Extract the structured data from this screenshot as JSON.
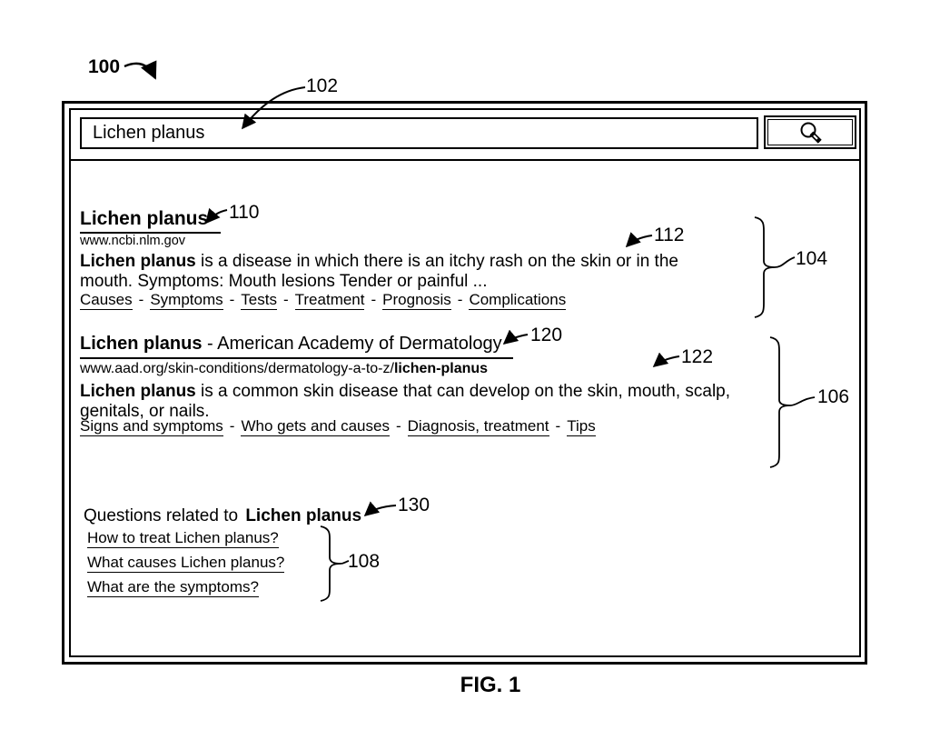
{
  "figure": {
    "caption": "FIG. 1"
  },
  "refs": {
    "r100": "100",
    "r102": "102",
    "r104": "104",
    "r106": "106",
    "r108": "108",
    "r110": "110",
    "r112": "112",
    "r120": "120",
    "r122": "122",
    "r130": "130"
  },
  "search": {
    "query": "Lichen planus",
    "button_icon": "magnifier-icon"
  },
  "separator": "-",
  "results": [
    {
      "title": "Lichen planus",
      "url": "www.ncbi.nlm.gov",
      "desc_line1_bold": "Lichen planus",
      "desc_line1_rest": " is a disease in which there is an itchy rash on the skin or in the",
      "desc_line2": "mouth. Symptoms: Mouth lesions Tender or painful ...",
      "links": [
        "Causes",
        "Symptoms",
        "Tests",
        "Treatment",
        "Prognosis",
        "Complications"
      ]
    },
    {
      "title_bold": "Lichen planus",
      "title_rest": " - American Academy of Dermatology",
      "url_prefix": "www.aad.org/skin-conditions/dermatology-a-to-z/",
      "url_bold": "lichen-planus",
      "desc_line1_bold": "Lichen planus",
      "desc_line1_rest": " is a common skin disease that can develop on the skin, mouth, scalp,",
      "desc_line2": "genitals, or nails.",
      "links": [
        "Signs and symptoms",
        "Who gets and causes",
        "Diagnosis, treatment",
        "Tips"
      ]
    }
  ],
  "questions": {
    "heading_prefix": "Questions related to ",
    "heading_bold": "Lichen planus",
    "items": [
      "How to treat Lichen planus?",
      "What causes Lichen planus?",
      "What are the symptoms?"
    ]
  },
  "ink_color": "#000000"
}
